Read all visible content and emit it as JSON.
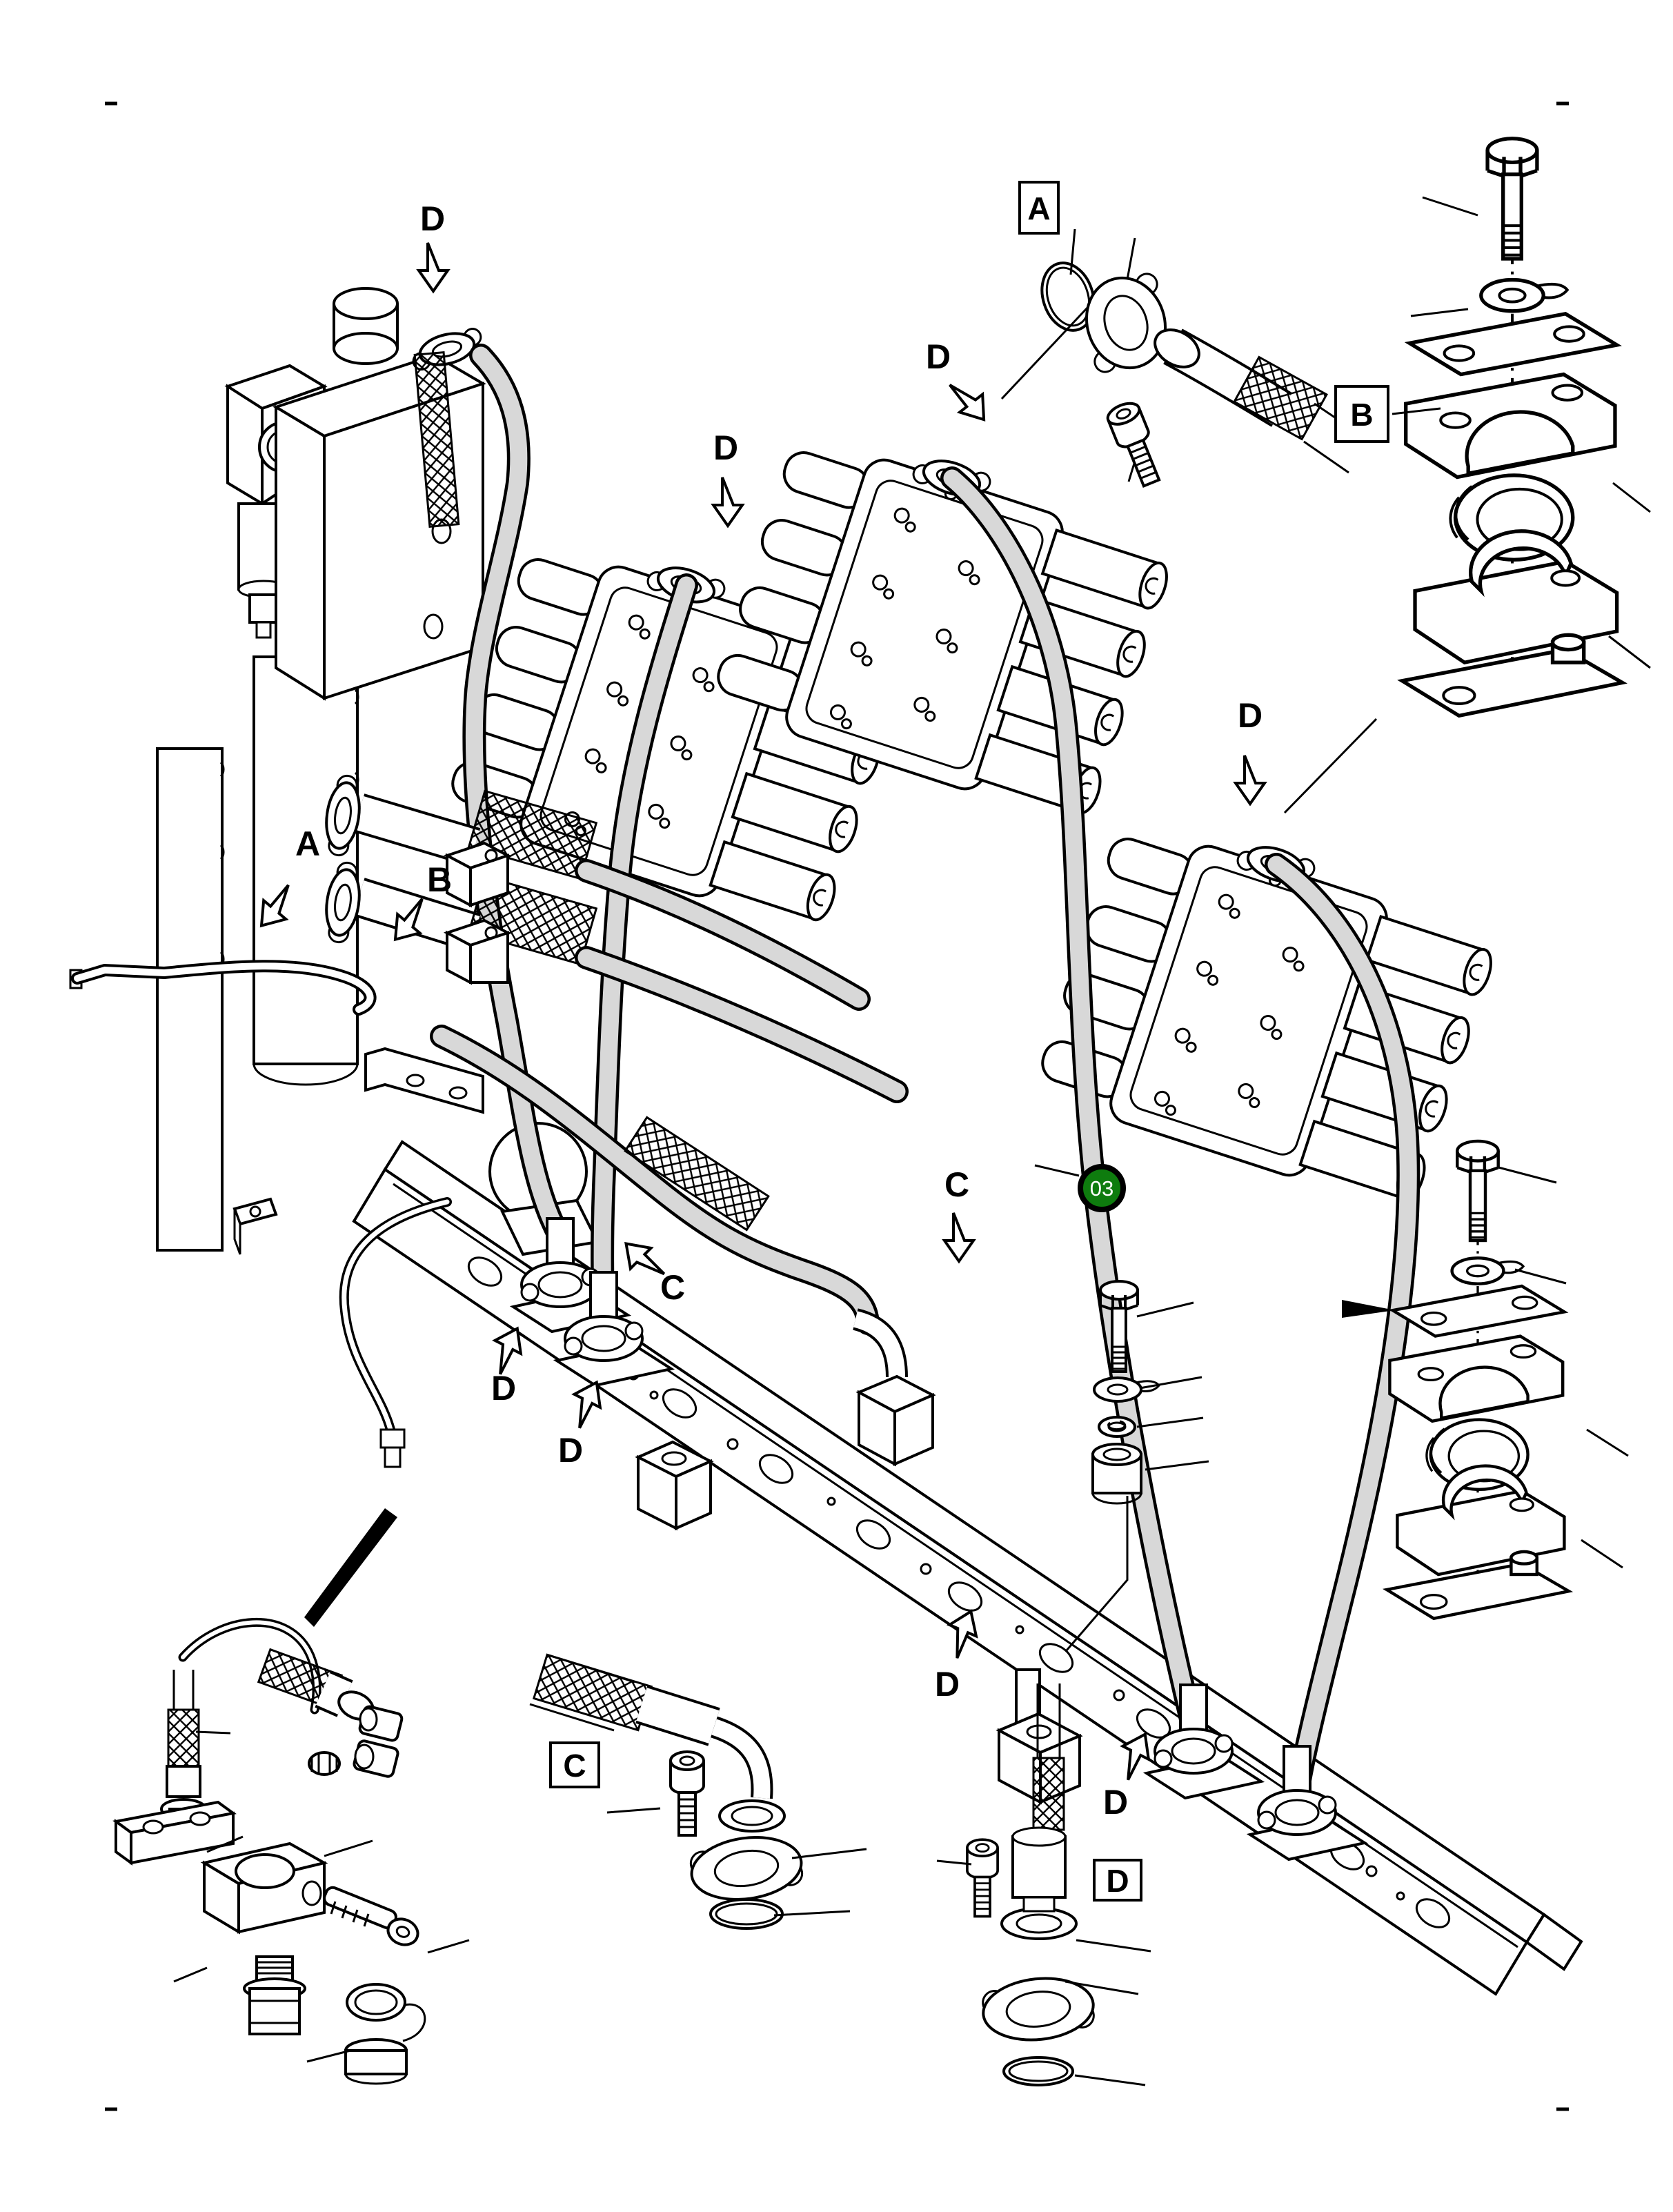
{
  "figure": {
    "hotspot": {
      "label": "03",
      "fill": "#0e7c0e",
      "text_color": "#ffffff"
    },
    "boxed_labels": {
      "a": "A",
      "b": "B",
      "c": "C",
      "d": "D"
    },
    "pointer_labels": [
      {
        "letter": "D"
      },
      {
        "letter": "D"
      },
      {
        "letter": "D"
      },
      {
        "letter": "D"
      },
      {
        "letter": "A"
      },
      {
        "letter": "B"
      },
      {
        "letter": "C"
      },
      {
        "letter": "C"
      },
      {
        "letter": "D"
      },
      {
        "letter": "D"
      },
      {
        "letter": "D"
      },
      {
        "letter": "D"
      }
    ]
  },
  "colors": {
    "line": "#000000",
    "background": "#ffffff",
    "hose_shade": "#d8d8d8"
  }
}
